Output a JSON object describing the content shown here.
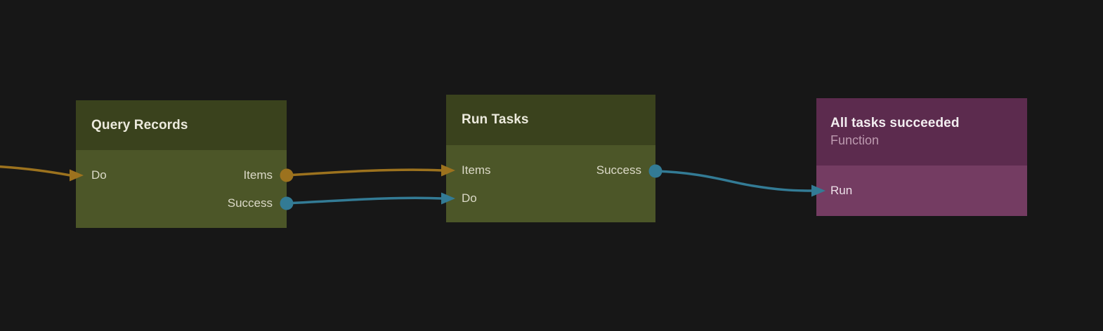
{
  "canvas": {
    "background_color": "#171717",
    "description": "workflow node editor canvas"
  },
  "colors": {
    "green_node_header": "#3a421d",
    "green_node_body": "#4c5628",
    "purple_node_header": "#5c2b4e",
    "purple_node_body": "#743c62",
    "edge_orange": "#9c721e",
    "edge_teal": "#337b95"
  },
  "nodes": [
    {
      "id": "query-records",
      "title": "Query Records",
      "inputs": [
        {
          "label": "Do",
          "connector_color": "#9c721e"
        }
      ],
      "outputs": [
        {
          "label": "Items",
          "connector_color": "#9c721e"
        },
        {
          "label": "Success",
          "connector_color": "#337b95"
        }
      ]
    },
    {
      "id": "run-tasks",
      "title": "Run Tasks",
      "inputs": [
        {
          "label": "Items",
          "connector_color": "#9c721e"
        },
        {
          "label": "Do",
          "connector_color": "#337b95"
        }
      ],
      "outputs": [
        {
          "label": "Success",
          "connector_color": "#337b95"
        }
      ]
    },
    {
      "id": "all-tasks-succeeded",
      "title": "All tasks succeeded",
      "subtitle": "Function",
      "inputs": [
        {
          "label": "Run",
          "connector_color": "#337b95"
        }
      ],
      "outputs": []
    }
  ],
  "edges": [
    {
      "id": "edge-offscreen-to-query-do",
      "from": "offscreen-left",
      "to": "query-records.Do",
      "color": "#9c721e"
    },
    {
      "id": "edge-items-to-items",
      "from": "query-records.Items",
      "to": "run-tasks.Items",
      "color": "#9c721e"
    },
    {
      "id": "edge-success-to-do",
      "from": "query-records.Success",
      "to": "run-tasks.Do",
      "color": "#337b95"
    },
    {
      "id": "edge-success-to-run",
      "from": "run-tasks.Success",
      "to": "all-tasks-succeeded.Run",
      "color": "#337b95"
    }
  ]
}
